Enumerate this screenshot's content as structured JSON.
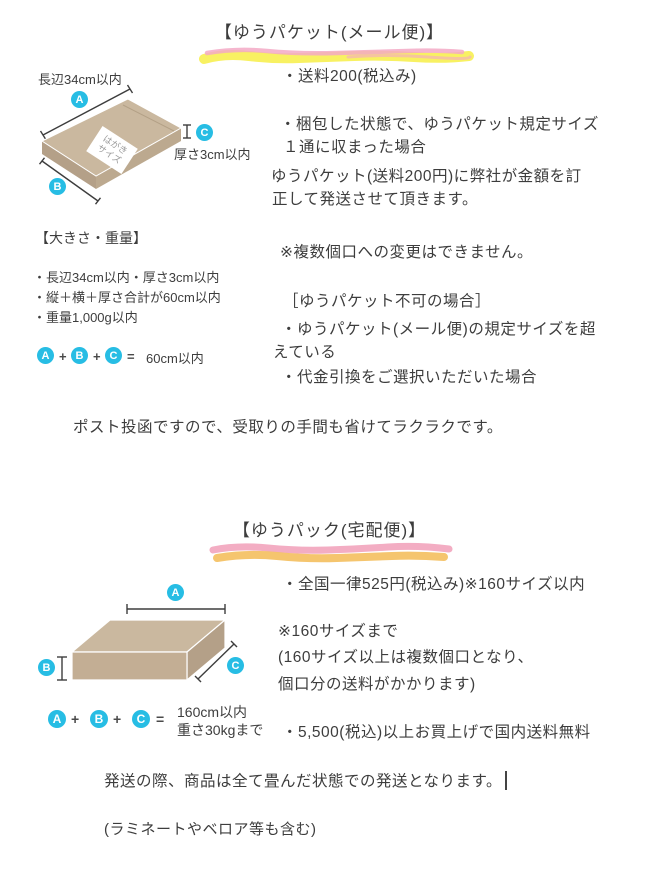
{
  "colors": {
    "accent_cyan": "#27bde4",
    "text": "#3d3d3d",
    "box_tan_top": "#cab89f",
    "box_tan_front": "#c3ae94",
    "box_tan_side": "#b4a088",
    "highlight_yellow": "#f7ef51",
    "highlight_pink": "#f3a9c6",
    "highlight_orange": "#f4bf5e"
  },
  "yupacket": {
    "title": "【ゆうパケット(メール便)】",
    "diagram": {
      "side_a_label": "長辺34cm以内",
      "thickness_label": "厚さ3cm以内",
      "sticker_line1": "はがき",
      "sticker_line2": "サイズ",
      "marker_a": "A",
      "marker_b": "B",
      "marker_c": "C"
    },
    "size_heading": "【大きさ・重量】",
    "size_items": [
      "・長辺34cm以内・厚さ3cm以内",
      "・縦＋横＋厚さ合計が60cm以内",
      "・重量1,000g以内"
    ],
    "equation": {
      "plus": "+",
      "equals": "=",
      "result": "60cm以内"
    },
    "notes": [
      "・送料200(税込み)",
      "・梱包した状態で、ゆうパケット規定サイズ",
      "１通に収まった場合",
      "ゆうパケット(送料200円)に弊社が金額を訂",
      "正して発送させて頂きます。",
      "※複数個口への変更はできません。",
      "［ゆうパケット不可の場合］",
      "・ゆうパケット(メール便)の規定サイズを超",
      "えている",
      "・代金引換をご選択いただいた場合"
    ],
    "post_note": "ポスト投函ですので、受取りの手間も省けてラクラクです。"
  },
  "yupack": {
    "title": "【ゆうパック(宅配便)】",
    "diagram": {
      "marker_a": "A",
      "marker_b": "B",
      "marker_c": "C"
    },
    "equation": {
      "plus": "+",
      "equals": "=",
      "result_line1": "160cm以内",
      "result_line2": "重さ30kgまで"
    },
    "notes": [
      "・全国一律525円(税込み)※160サイズ以内",
      "※160サイズまで",
      "(160サイズ以上は複数個口となり、",
      "個口分の送料がかかります)",
      "・5,500(税込)以上お買上げで国内送料無料"
    ],
    "footer_note1": "発送の際、商品は全て畳んだ状態での発送となります。",
    "footer_note2": "(ラミネートやベロア等も含む)"
  }
}
